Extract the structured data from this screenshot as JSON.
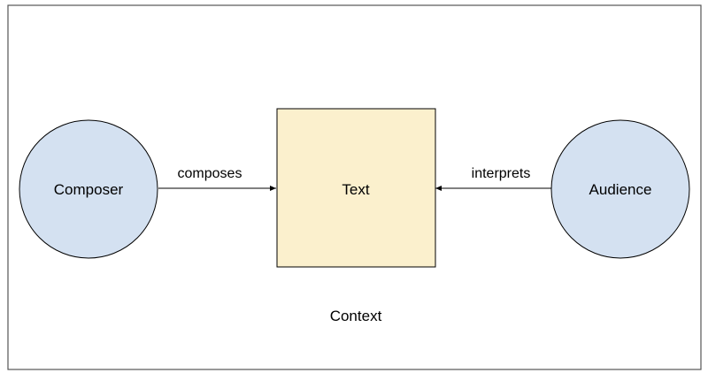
{
  "diagram": {
    "nodes": {
      "composer": {
        "label": "Composer",
        "shape": "circle"
      },
      "text": {
        "label": "Text",
        "shape": "rectangle"
      },
      "audience": {
        "label": "Audience",
        "shape": "circle"
      }
    },
    "edges": {
      "composes": {
        "label": "composes",
        "from": "composer",
        "to": "text"
      },
      "interprets": {
        "label": "interprets",
        "from": "audience",
        "to": "text"
      }
    },
    "context": {
      "label": "Context"
    },
    "colors": {
      "circle_fill": "#d4e1f1",
      "box_fill": "#fbf0cd",
      "stroke": "#000000",
      "frame": "#555555"
    }
  }
}
